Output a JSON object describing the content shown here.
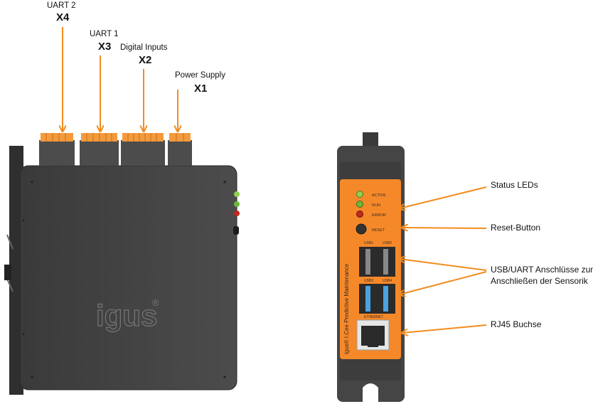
{
  "connectors": [
    {
      "title": "UART 2",
      "code": "X4"
    },
    {
      "title": "UART 1",
      "code": "X3"
    },
    {
      "title": "Digital Inputs",
      "code": "X2"
    },
    {
      "title": "Power Supply",
      "code": "X1"
    }
  ],
  "side_view": {
    "logo": "igus",
    "registered": "®"
  },
  "front_view": {
    "brand_text": "igus® I.Cee Predictive Maintenance",
    "led_labels": [
      "ACTIVE",
      "RUN",
      "ERROR"
    ],
    "reset_label": "RESET",
    "usb_labels": [
      "USB1",
      "USB2",
      "USB3",
      "USB4"
    ],
    "ethernet_label": "ETHERNET"
  },
  "callouts": {
    "status_leds": "Status LEDs",
    "reset_button": "Reset-Button",
    "usb_line1": "USB/UART Anschlüsse zum",
    "usb_line2": "Anschließen der Sensorik",
    "rj45": "RJ45 Buchse"
  },
  "colors": {
    "arrow": "#f28c1e",
    "housing": "#4a4a4a",
    "faceplate": "#f5892a",
    "connector": "#f39a3c"
  }
}
